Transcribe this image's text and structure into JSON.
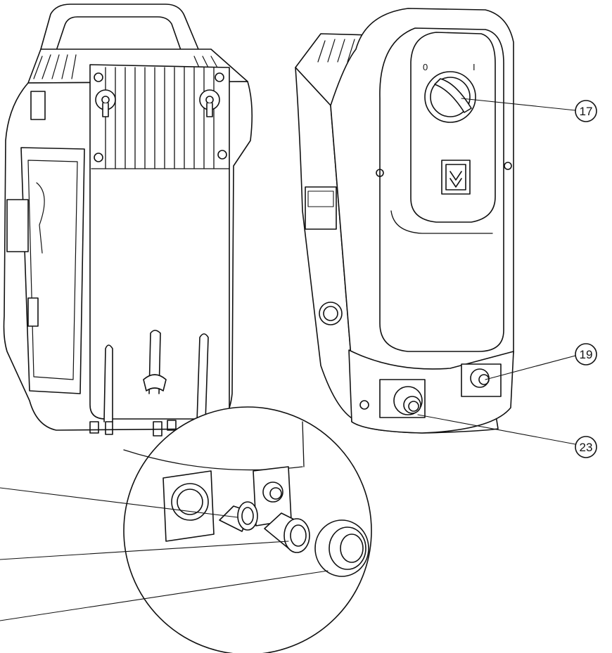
{
  "callouts": [
    {
      "id": "17",
      "label": "17"
    },
    {
      "id": "19",
      "label": "19"
    },
    {
      "id": "23",
      "label": "23"
    }
  ],
  "switch": {
    "off_mark": "0",
    "on_mark": "I"
  },
  "colors": {
    "line": "#111111",
    "background": "#ffffff",
    "body_fill": "#ffffff",
    "shade": "#e9e9e9"
  }
}
